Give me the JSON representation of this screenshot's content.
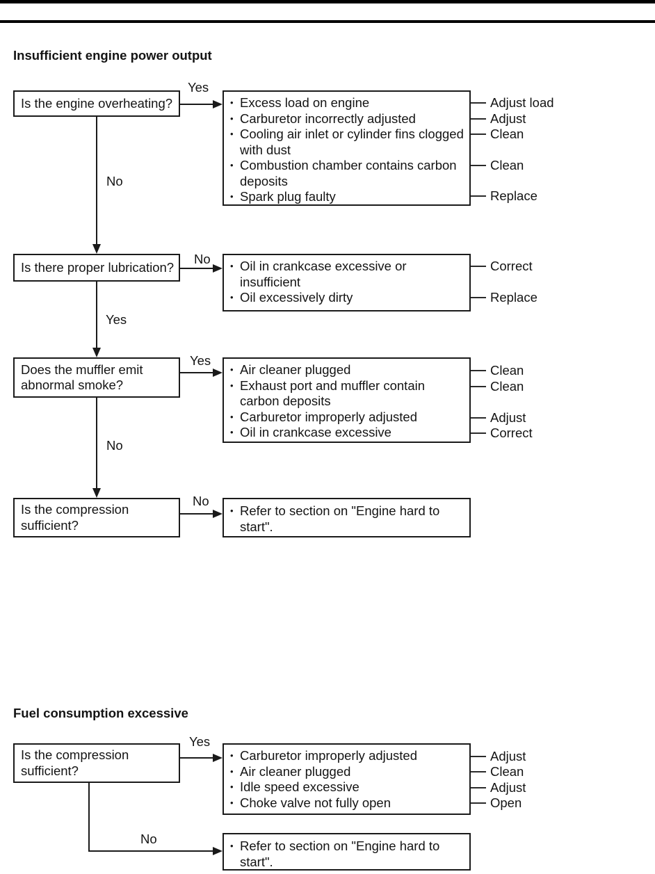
{
  "page": {
    "bar_color": "#000000",
    "line_color": "#1a1a1a"
  },
  "flow1": {
    "title": "Insufficient engine power output",
    "steps": [
      {
        "question": "Is the engine overheating?",
        "right_label": "Yes",
        "down_label": "No",
        "causes": [
          {
            "text": "Excess load on engine",
            "remedy": "Adjust load"
          },
          {
            "text": "Carburetor incorrectly adjusted",
            "remedy": "Adjust"
          },
          {
            "text": "Cooling air inlet or cylinder fins clogged with dust",
            "remedy": "Clean"
          },
          {
            "text": "Combustion chamber contains carbon deposits",
            "remedy": "Clean"
          },
          {
            "text": "Spark plug faulty",
            "remedy": "Replace"
          }
        ]
      },
      {
        "question": "Is there proper lubrication?",
        "right_label": "No",
        "down_label": "Yes",
        "causes": [
          {
            "text": "Oil in crankcase excessive or insufficient",
            "remedy": "Correct"
          },
          {
            "text": "Oil excessively dirty",
            "remedy": "Replace"
          }
        ]
      },
      {
        "question": "Does the muffler emit abnormal smoke?",
        "right_label": "Yes",
        "down_label": "No",
        "causes": [
          {
            "text": "Air cleaner plugged",
            "remedy": "Clean"
          },
          {
            "text": "Exhaust port and muffler contain carbon deposits",
            "remedy": "Clean"
          },
          {
            "text": "Carburetor improperly adjusted",
            "remedy": "Adjust"
          },
          {
            "text": "Oil in crankcase excessive",
            "remedy": "Correct"
          }
        ]
      },
      {
        "question": "Is the compression sufficient?",
        "right_label": "No",
        "referral": "Refer to section on \"Engine hard to start\"."
      }
    ]
  },
  "flow2": {
    "title": "Fuel consumption excessive",
    "steps": [
      {
        "question": "Is the compression sufficient?",
        "right_label": "Yes",
        "down_label": "No",
        "causes": [
          {
            "text": "Carburetor improperly adjusted",
            "remedy": "Adjust"
          },
          {
            "text": "Air cleaner plugged",
            "remedy": "Clean"
          },
          {
            "text": "Idle speed excessive",
            "remedy": "Adjust"
          },
          {
            "text": "Choke valve not fully open",
            "remedy": "Open"
          }
        ],
        "referral": "Refer to section on \"Engine hard to start\"."
      }
    ]
  }
}
